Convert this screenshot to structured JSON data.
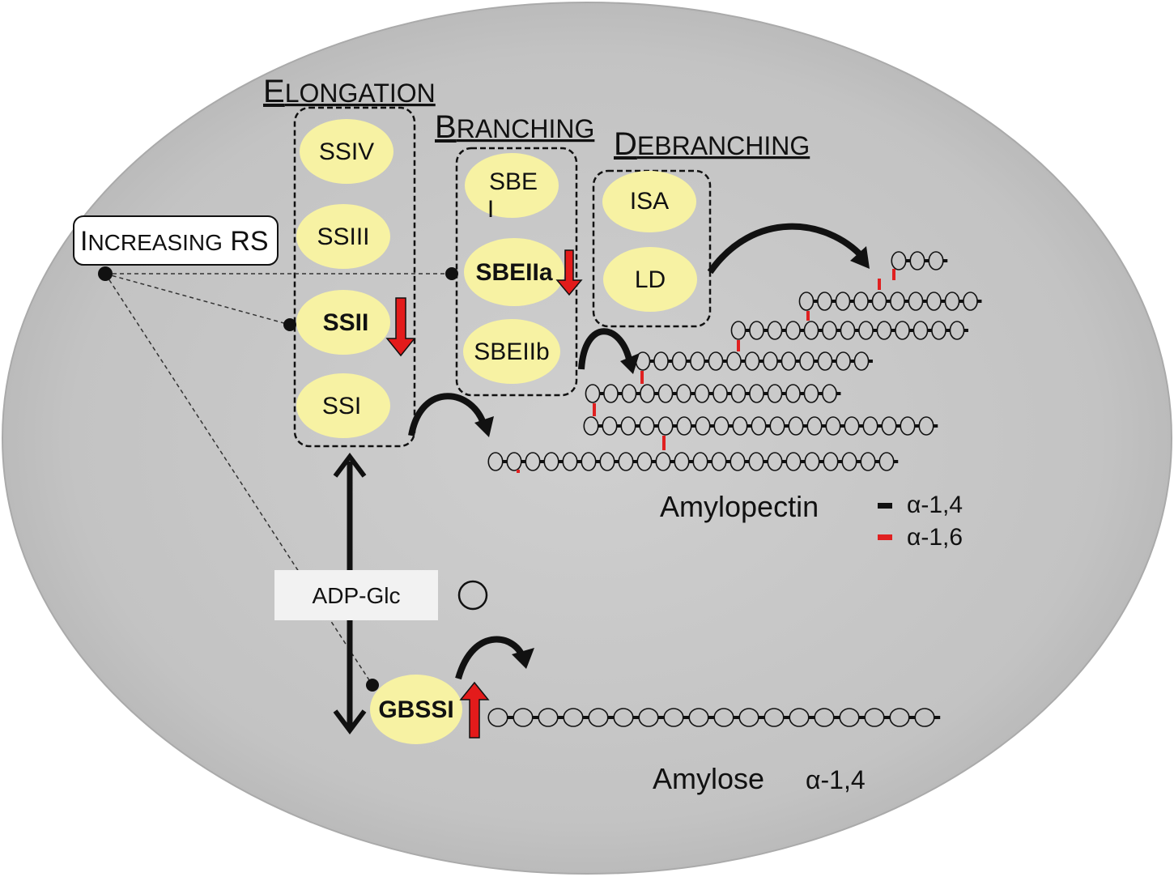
{
  "colors": {
    "cell_fill": "#c6c6c6",
    "enzyme_fill": "#f7f2a3",
    "arrow_red": "#e31b1b",
    "bond_red": "#e02020",
    "bond_black": "#111111",
    "label_box": "#f2f2f2"
  },
  "headings": {
    "elongation": {
      "first": "E",
      "rest": "LONGATION"
    },
    "branching": {
      "first": "B",
      "rest": "RANCHING"
    },
    "debranching": {
      "first": "D",
      "rest": "EBRANCHING"
    }
  },
  "increasing_rs": {
    "first": "I",
    "rest": "NCREASING",
    "suffix": " RS"
  },
  "enzymes": {
    "ssiv": "SSIV",
    "ssiii": "SSIII",
    "ssii": "SSII",
    "ssi": "SSI",
    "sbei_line1": "SBE",
    "sbei_line2": "I",
    "sbeiia": "SBEIIa",
    "sbeiib": "SBEIIb",
    "isa": "ISA",
    "ld": "LD",
    "gbssi": "GBSSI"
  },
  "substrate": {
    "label": "ADP-Glc"
  },
  "products": {
    "amylopectin": "Amylopectin",
    "amylose": "Amylose",
    "amylose_bond": "α-1,4"
  },
  "legend": [
    {
      "label": "α-1,4",
      "color": "#111111"
    },
    {
      "label": "α-1,6",
      "color": "#e02020"
    }
  ],
  "regulation": {
    "ssii": "down",
    "sbeiia": "down",
    "gbssi": "up"
  }
}
